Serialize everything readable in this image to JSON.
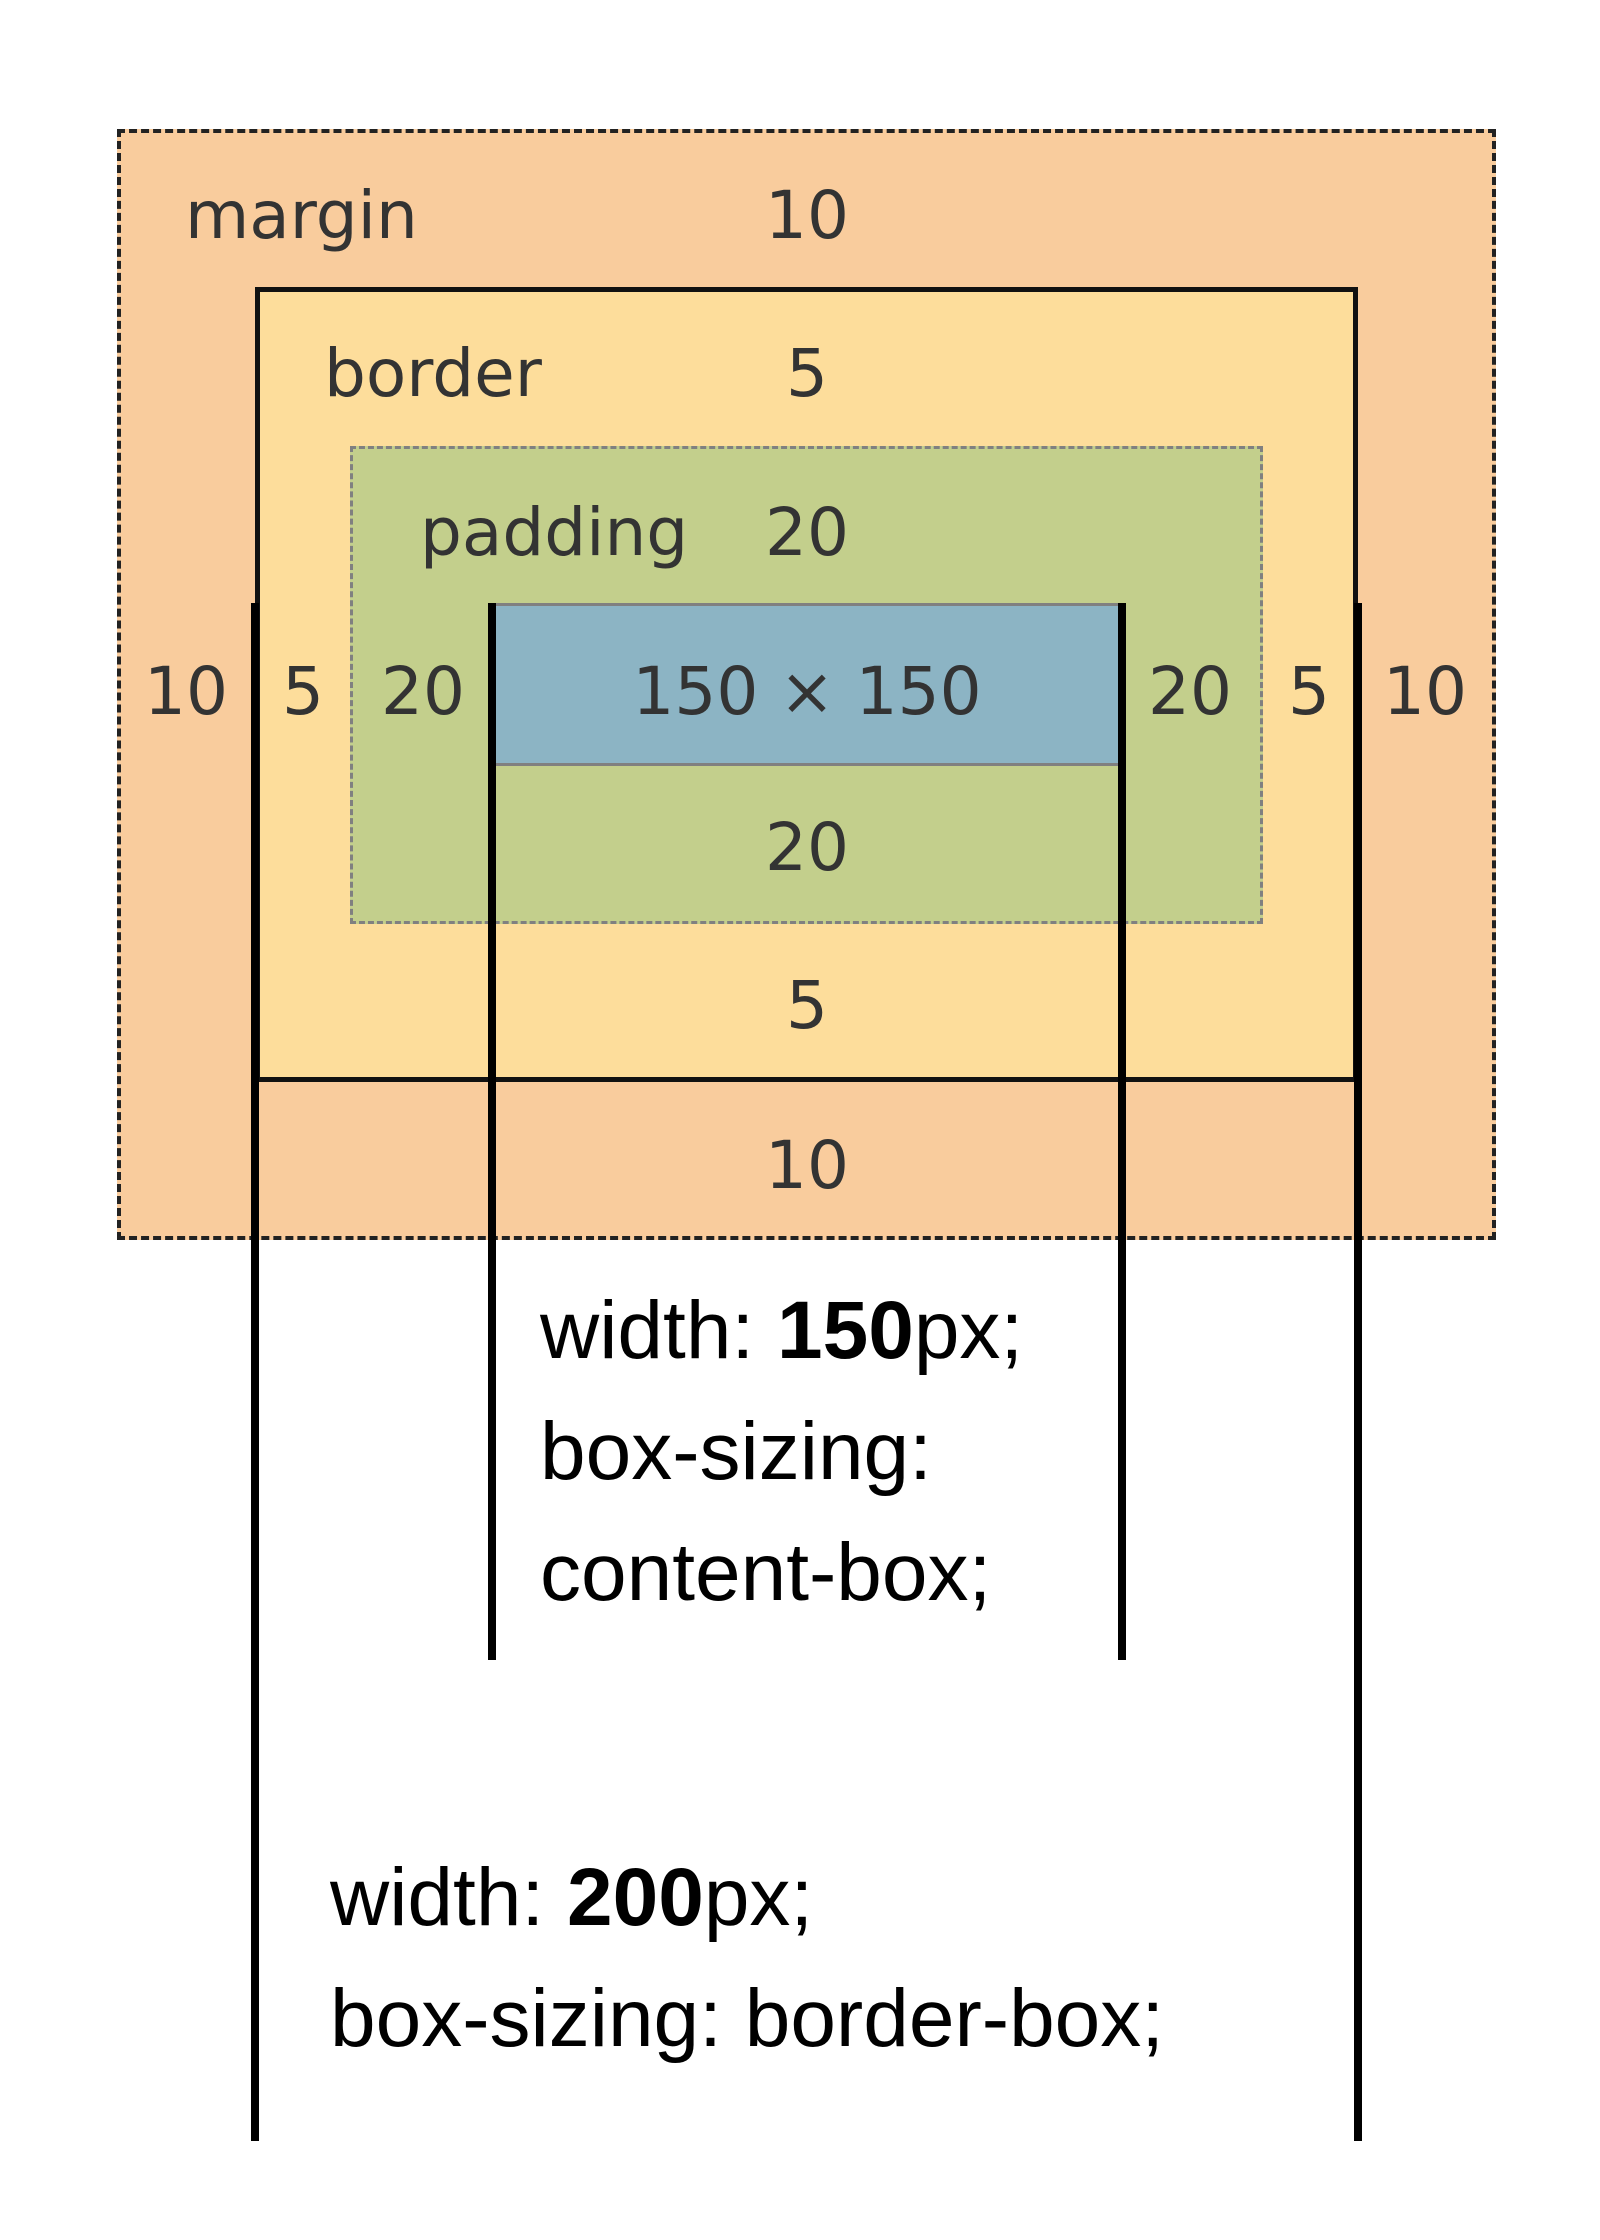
{
  "diagram": {
    "margin": {
      "label": "margin",
      "top": "10",
      "left": "10",
      "right": "10",
      "bottom": "10"
    },
    "border": {
      "label": "border",
      "top": "5",
      "left": "5",
      "right": "5",
      "bottom": "5"
    },
    "padding": {
      "label": "padding",
      "top": "20",
      "left": "20",
      "right": "20",
      "bottom": "20"
    },
    "content": {
      "label": "150 × 150"
    }
  },
  "annotations": {
    "content_box": {
      "width_prefix": "width: ",
      "width_value": "150",
      "width_suffix": "px;",
      "sizing_line1": "box-sizing:",
      "sizing_line2": "content-box;"
    },
    "border_box": {
      "width_prefix": "width: ",
      "width_value": "200",
      "width_suffix": "px;",
      "sizing_line": "box-sizing: border-box;"
    }
  },
  "colors": {
    "margin": "#F9CC9D",
    "border": "#FDDD9B",
    "padding": "#C3CF8C",
    "content": "#8CB4C4"
  }
}
